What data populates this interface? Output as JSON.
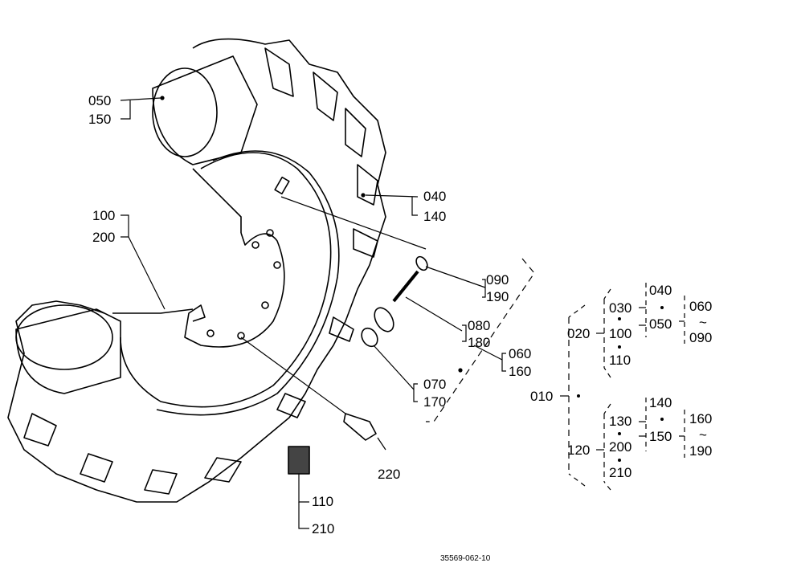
{
  "parts": {
    "p050": "050",
    "p150": "150",
    "p040": "040",
    "p140": "140",
    "p100": "100",
    "p200": "200",
    "p090": "090",
    "p190": "190",
    "p080": "080",
    "p180": "180",
    "p060": "060",
    "p160": "160",
    "p070": "070",
    "p170": "170",
    "p220": "220",
    "p110": "110",
    "p210": "210"
  },
  "tree": {
    "root": "010",
    "a020": "020",
    "a100": "100",
    "a110": "110",
    "a030": "030",
    "a050": "050",
    "a040": "040",
    "a060": "060",
    "a090": "090",
    "b120": "120",
    "b200": "200",
    "b210": "210",
    "b130": "130",
    "b150": "150",
    "b140": "140",
    "b160": "160",
    "b190": "190",
    "tilde": "~"
  },
  "footer": {
    "drawing_number": "35569-062-10"
  }
}
